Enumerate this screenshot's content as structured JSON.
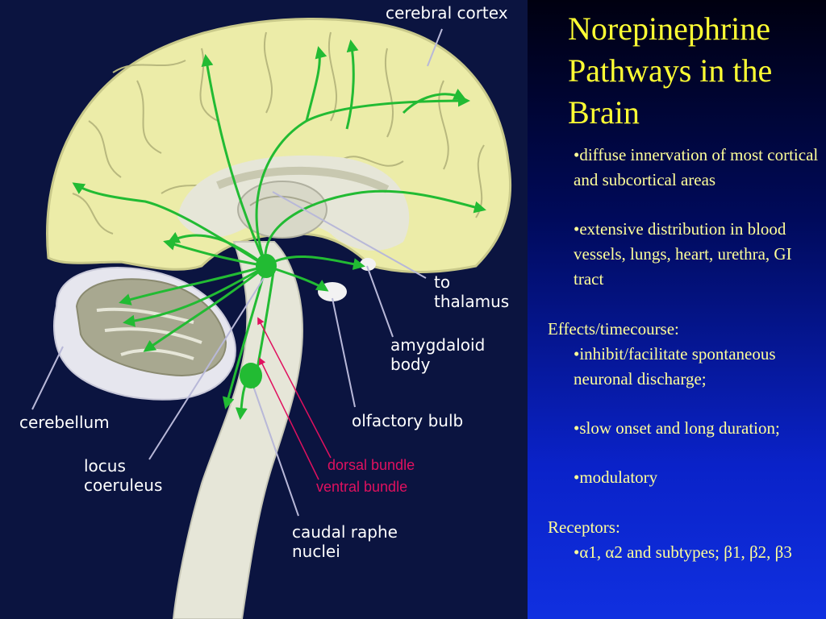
{
  "title": "Norepinephrine Pathways in the Brain",
  "bullets": {
    "b1": "•diffuse innervation of most cortical and subcortical areas",
    "b2": "•extensive distribution in blood vessels, lungs, heart, urethra, GI tract"
  },
  "effects": {
    "heading": "Effects/timecourse:",
    "items": [
      "•inhibit/facilitate spontaneous neuronal discharge;",
      "•slow onset and long duration;",
      "•modulatory"
    ]
  },
  "receptors": {
    "heading": "Receptors:",
    "item": "•α1, α2 and subtypes; β1, β2, β3"
  },
  "labels": {
    "cerebral_cortex": "cerebral cortex",
    "to_thalamus": "to\nthalamus",
    "amygdaloid_body": "amygdaloid\nbody",
    "olfactory_bulb": "olfactory bulb",
    "cerebellum": "cerebellum",
    "locus_coeruleus": "locus\ncoeruleus",
    "caudal_raphe": "caudal raphe\nnuclei",
    "dorsal_bundle": "dorsal bundle",
    "ventral_bundle": "ventral bundle"
  },
  "colors": {
    "pathway_green": "#22bb33",
    "cortex_fill": "#ececa8",
    "pink_label": "#e0115f",
    "title_yellow": "#ffff33"
  }
}
